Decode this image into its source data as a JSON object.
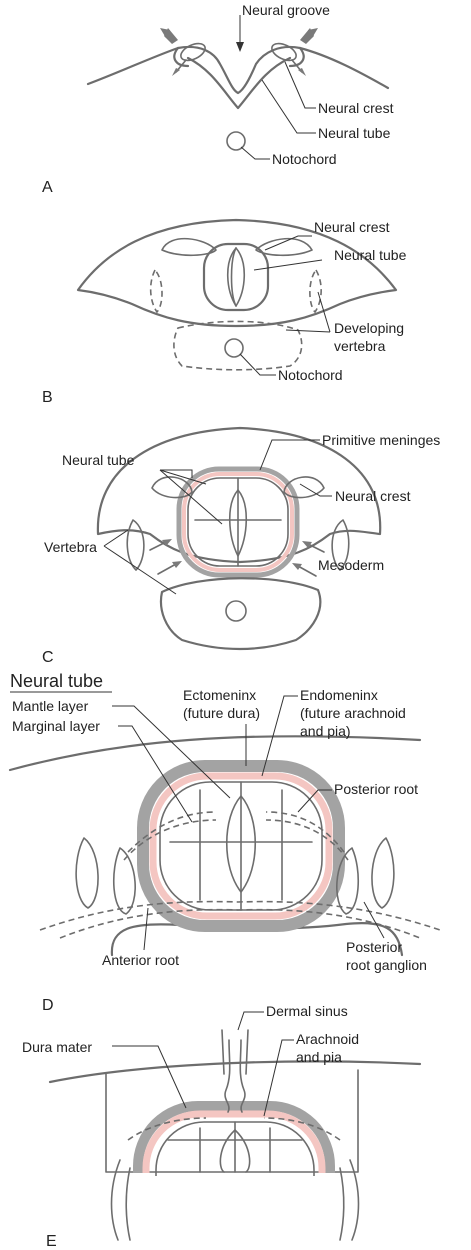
{
  "panels": {
    "A": {
      "letter": "A",
      "labels": {
        "neural_groove": "Neural groove",
        "neural_crest": "Neural crest",
        "neural_tube": "Neural tube",
        "notochord": "Notochord"
      }
    },
    "B": {
      "letter": "B",
      "labels": {
        "neural_crest": "Neural crest",
        "neural_tube": "Neural tube",
        "developing_vertebra_1": "Developing",
        "developing_vertebra_2": "vertebra",
        "notochord": "Notochord"
      }
    },
    "C": {
      "letter": "C",
      "labels": {
        "neural_tube": "Neural tube",
        "primitive_meninges": "Primitive meninges",
        "neural_crest": "Neural crest",
        "vertebra": "Vertebra",
        "mesoderm": "Mesoderm"
      }
    },
    "D": {
      "letter": "D",
      "title": "Neural tube",
      "labels": {
        "mantle_layer": "Mantle layer",
        "marginal_layer": "Marginal layer",
        "ectomeninx_1": "Ectomeninx",
        "ectomeninx_2": "(future dura)",
        "endomeninx_1": "Endomeninx",
        "endomeninx_2": "(future arachnoid",
        "endomeninx_3": "and pia)",
        "posterior_root": "Posterior root",
        "anterior_root": "Anterior root",
        "posterior_root_ganglion_1": "Posterior",
        "posterior_root_ganglion_2": "root ganglion"
      }
    },
    "E": {
      "letter": "E",
      "labels": {
        "dermal_sinus": "Dermal sinus",
        "dura_mater": "Dura mater",
        "arachnoid_pia_1": "Arachnoid",
        "arachnoid_pia_2": "and pia"
      }
    }
  },
  "colors": {
    "outline": "#6d6d6d",
    "dura": "#a3a3a3",
    "arachnoid_pia": "#f4c6c2",
    "leader": "#333333"
  }
}
